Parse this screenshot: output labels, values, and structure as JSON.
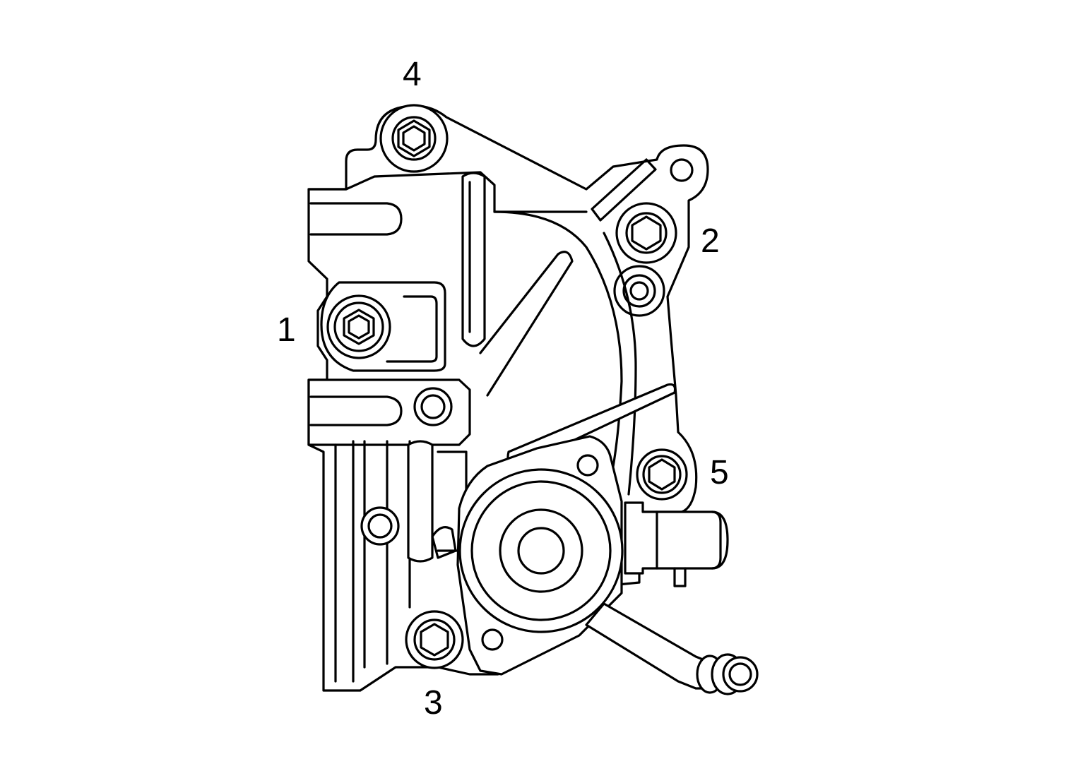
{
  "diagram": {
    "callouts": [
      {
        "id": "1",
        "text": "1"
      },
      {
        "id": "2",
        "text": "2"
      },
      {
        "id": "3",
        "text": "3"
      },
      {
        "id": "4",
        "text": "4"
      },
      {
        "id": "5",
        "text": "5"
      }
    ],
    "colors": {
      "line": "#000000",
      "background": "#ffffff"
    }
  }
}
